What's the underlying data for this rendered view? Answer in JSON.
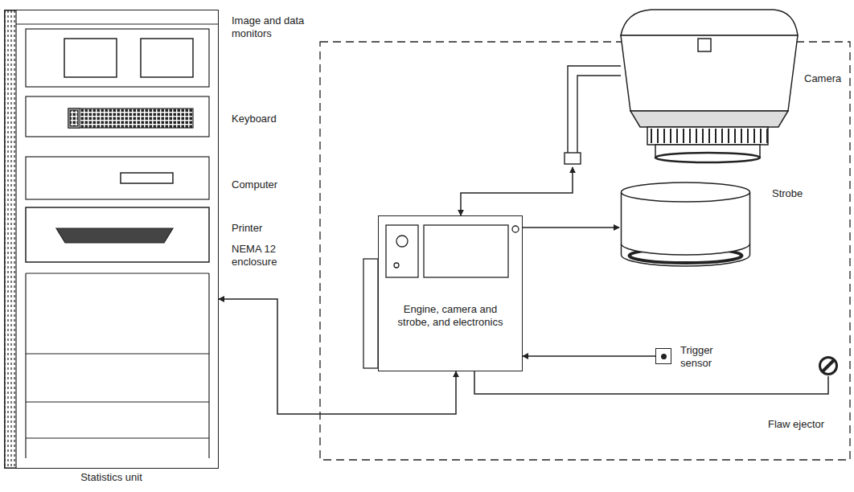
{
  "diagram": {
    "nodes": [
      {
        "text": [
          "Statistics unit"
        ]
      },
      {
        "text": [
          "Engine, camera and strobe, and electronics"
        ]
      },
      {
        "text": [
          "Camera"
        ]
      },
      {
        "text": [
          "Strobe"
        ]
      },
      {
        "text": [
          "Trigger sensor"
        ]
      },
      {
        "text": [
          "Flaw ejector"
        ]
      }
    ],
    "edges": [
      {
        "from": 1,
        "to": 2,
        "arrow": "both"
      },
      {
        "from": 1,
        "to": 3,
        "arrow": "to"
      },
      {
        "from": 4,
        "to": 1,
        "arrow": "to"
      },
      {
        "from": 1,
        "to": 0,
        "arrow": "both"
      },
      {
        "from": 1,
        "to": 5,
        "arrow": "none"
      }
    ],
    "labels": [
      "Image and data monitors",
      "Keyboard",
      "Computer",
      "Printer",
      "NEMA 12 enclosure"
    ]
  }
}
